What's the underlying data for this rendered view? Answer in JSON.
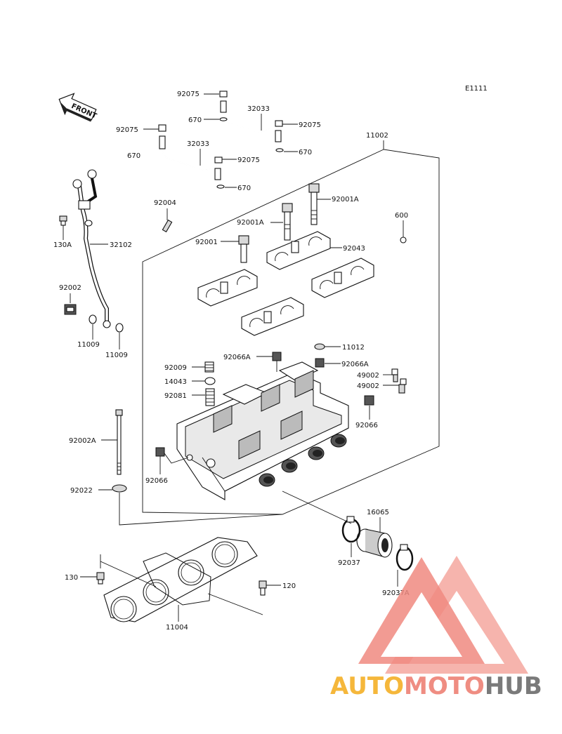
{
  "diagram_code": "E1111",
  "front_label": "FRONT",
  "labels": {
    "l92075a": "92075",
    "l670a": "670",
    "l32033a": "32033",
    "l92075b": "92075",
    "l92075c": "92075",
    "l670b": "670",
    "l670c": "670",
    "l32033b": "32033",
    "l92075d": "92075",
    "l670d": "670",
    "l11002": "11002",
    "l92004": "92004",
    "l92001A_a": "92001A",
    "l92001A_b": "92001A",
    "l600": "600",
    "l92001": "92001",
    "l92043": "92043",
    "l130A": "130A",
    "l32102": "32102",
    "l92002": "92002",
    "l11009a": "11009",
    "l11009b": "11009",
    "l11012": "11012",
    "l92066A_a": "92066A",
    "l92066A_b": "92066A",
    "l92009": "92009",
    "l49002a": "49002",
    "l14043": "14043",
    "l49002b": "49002",
    "l92081": "92081",
    "l92066a": "92066",
    "l92002A": "92002A",
    "l92066b": "92066",
    "l92022": "92022",
    "l16065": "16065",
    "l92037": "92037",
    "l130": "130",
    "l120": "120",
    "l92037A": "92037A",
    "l11004": "11004"
  },
  "watermark": {
    "auto": "AUTO",
    "moto": "MOTO",
    "hub": "HUB",
    "colors": {
      "auto": "#f5b73b",
      "moto": "#ef8d82",
      "hub": "#7a7a7a",
      "triangle": "#f08a80"
    }
  }
}
